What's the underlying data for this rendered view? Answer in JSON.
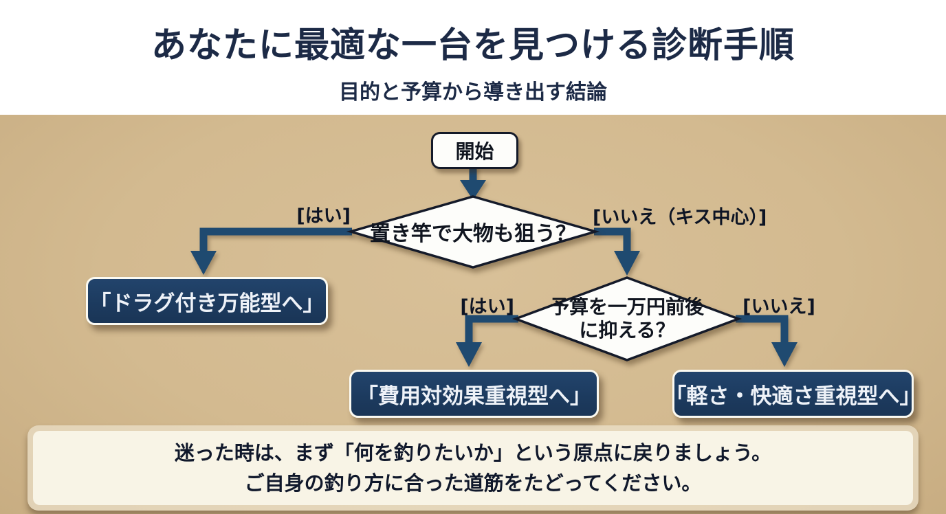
{
  "header": {
    "title": "あなたに最適な一台を見つける診断手順",
    "subtitle": "目的と予算から導き出す結論"
  },
  "flowchart": {
    "start_label": "開始",
    "decision1": {
      "question": "置き竿で大物も狙う？",
      "yes_label": "[はい]",
      "no_label": "[いいえ（キス中心）]"
    },
    "decision2": {
      "question_line1": "予算を一万円前後",
      "question_line2": "に抑える？",
      "yes_label": "[はい]",
      "no_label": "[いいえ]"
    },
    "results": {
      "drag_allround": "「ドラグ付き万能型へ」",
      "cost_effective": "「費用対効果重視型へ」",
      "light_comfort": "「軽さ・快適さ重視型へ」"
    }
  },
  "note": {
    "line1": "迷った時は、まず「何を釣りたいか」という原点に戻りましょう。",
    "line2": "ご自身の釣り方に合った道筋をたどってください。"
  },
  "colors": {
    "background_tan": "#d3ba90",
    "navy_box": "#1c3a5e",
    "connector_blue": "#1f4a70",
    "title_text": "#1c2a46",
    "note_background": "#f8f4e6",
    "node_white": "#fdfdfa",
    "outline_dark": "#141a29"
  }
}
